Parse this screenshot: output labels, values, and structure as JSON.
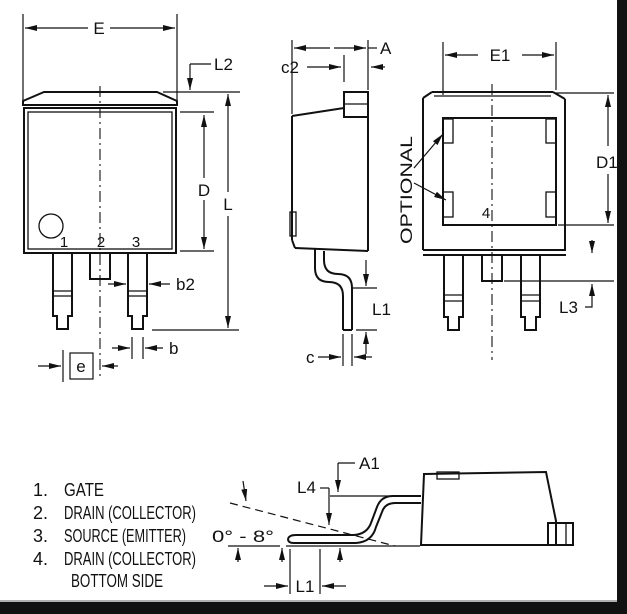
{
  "front_view": {
    "dim_e": "E",
    "dim_l2": "L2",
    "dim_d": "D",
    "dim_l": "L",
    "dim_b2": "b2",
    "dim_b": "b",
    "dim_pitch": "e",
    "pin1": "1",
    "pin2": "2",
    "pin3": "3"
  },
  "side_view": {
    "dim_a": "A",
    "dim_c2": "c2",
    "dim_l1": "L1",
    "dim_c": "c"
  },
  "back_view": {
    "dim_e1": "E1",
    "dim_d1": "D1",
    "dim_l3": "L3",
    "optional_note": "OPTIONAL",
    "pin4": "4"
  },
  "seated_view": {
    "dim_a1": "A1",
    "dim_l4": "L4",
    "dim_l1": "L1",
    "angle_range": "0° - 8°"
  },
  "legend": {
    "items": [
      {
        "num": "1.",
        "text": "GATE"
      },
      {
        "num": "2.",
        "text": "DRAIN (COLLECTOR)"
      },
      {
        "num": "3.",
        "text": "SOURCE (EMITTER)"
      },
      {
        "num": "4.",
        "text": "DRAIN (COLLECTOR)"
      },
      {
        "num": "",
        "text": "BOTTOM SIDE"
      }
    ]
  },
  "colors": {
    "ink": "#111111",
    "paper": "#ffffff",
    "border": "#111111"
  }
}
